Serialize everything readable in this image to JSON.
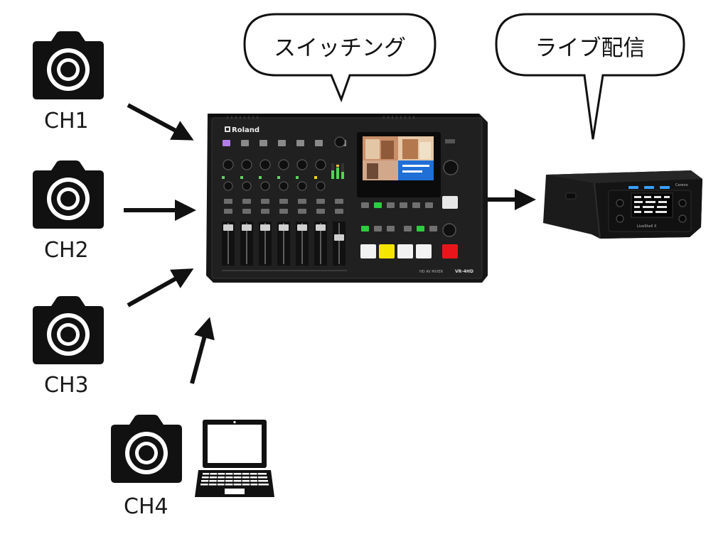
{
  "inputs": [
    {
      "label": "CH1"
    },
    {
      "label": "CH2"
    },
    {
      "label": "CH3"
    },
    {
      "label": "CH4"
    }
  ],
  "bubbles": {
    "switching": "スイッチング",
    "live": "ライブ配信"
  },
  "switcher": {
    "brand": "Roland",
    "model": "VR-4HD",
    "device_type": "HD AV MIXER"
  },
  "encoder": {
    "brand": "Cerevo",
    "model": "LiveShell X"
  },
  "icons": [
    "camera-icon",
    "laptop-icon",
    "arrow-icon"
  ],
  "colors": {
    "ink": "#111111",
    "device_body": "#1b1b1b",
    "button_white": "#f2f2f2",
    "button_yellow": "#f5e600",
    "button_red": "#e8161c",
    "button_green": "#2ecc40",
    "button_blue": "#3aa0ff",
    "screen_blue": "#1f6fd6"
  }
}
